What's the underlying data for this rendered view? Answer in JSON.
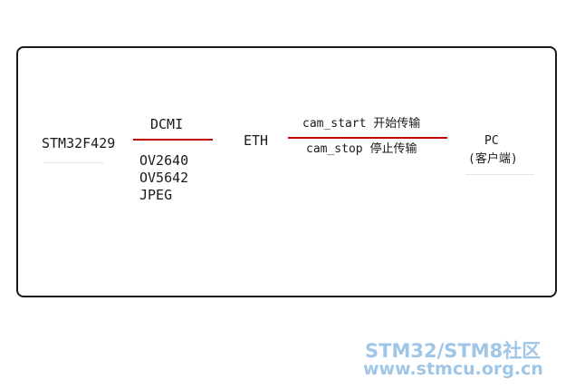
{
  "nodes": {
    "stm32": "STM32F429",
    "dcmi": "DCMI",
    "sensors": [
      "OV2640",
      "OV5642",
      "JPEG"
    ],
    "eth": "ETH",
    "pc": "PC",
    "pc_sub": "(客户端)"
  },
  "links": {
    "cam_start": "cam_start 开始传输",
    "cam_stop": "cam_stop 停止传输"
  },
  "colors": {
    "link": "#c00000",
    "frame": "#1a1a1a",
    "watermark": "#9fc6e6"
  },
  "watermark": {
    "line1": "STM32/STM8社区",
    "line2": "www.stmcu.org.cn"
  }
}
